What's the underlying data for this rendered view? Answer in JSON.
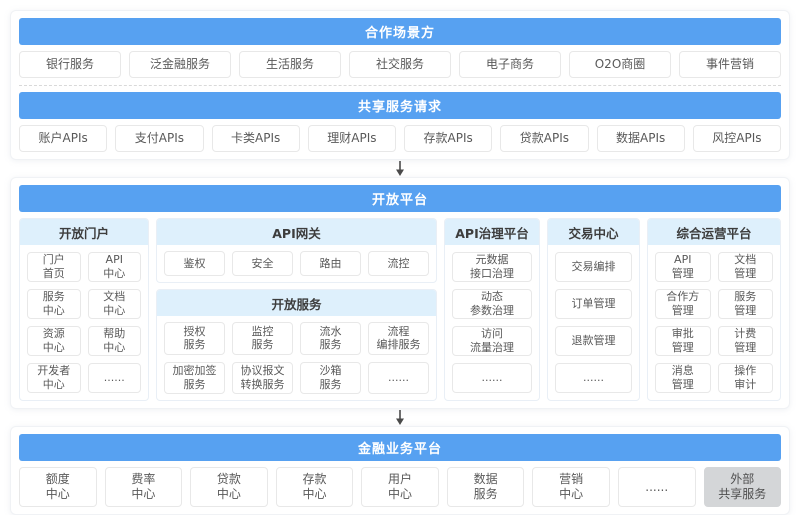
{
  "colors": {
    "primary_blue": "#57a1f1",
    "panel_header_blue": "#def0fc",
    "external_gray": "#d4d6d8"
  },
  "scenario": {
    "title": "合作场景方",
    "items": [
      "银行服务",
      "泛金融服务",
      "生活服务",
      "社交服务",
      "电子商务",
      "O2O商圈",
      "事件营销"
    ]
  },
  "shared": {
    "title": "共享服务请求",
    "items": [
      "账户APIs",
      "支付APIs",
      "卡类APIs",
      "理财APIs",
      "存款APIs",
      "贷款APIs",
      "数据APIs",
      "风控APIs"
    ]
  },
  "open_platform": {
    "title": "开放平台",
    "portal": {
      "title": "开放门户",
      "items": [
        "门户\n首页",
        "API\n中心",
        "服务\n中心",
        "文档\n中心",
        "资源\n中心",
        "帮助\n中心",
        "开发者\n中心",
        "......"
      ]
    },
    "gateway": {
      "title": "API网关",
      "items": [
        "鉴权",
        "安全",
        "路由",
        "流控"
      ]
    },
    "open_services": {
      "title": "开放服务",
      "items": [
        "授权\n服务",
        "监控\n服务",
        "流水\n服务",
        "流程\n编排服务",
        "加密加签\n服务",
        "协议报文\n转换服务",
        "沙箱\n服务",
        "......"
      ]
    },
    "governance": {
      "title": "API治理平台",
      "items": [
        "元数据\n接口治理",
        "动态\n参数治理",
        "访问\n流量治理",
        "......"
      ]
    },
    "trade": {
      "title": "交易中心",
      "items": [
        "交易编排",
        "订单管理",
        "退款管理",
        "......"
      ]
    },
    "operations": {
      "title": "综合运营平台",
      "items": [
        "API\n管理",
        "文档\n管理",
        "合作方\n管理",
        "服务\n管理",
        "审批\n管理",
        "计费\n管理",
        "消息\n管理",
        "操作\n审计"
      ]
    }
  },
  "finance": {
    "title": "金融业务平台",
    "items": [
      "额度\n中心",
      "费率\n中心",
      "贷款\n中心",
      "存款\n中心",
      "用户\n中心",
      "数据\n服务",
      "营销\n中心",
      "......",
      "外部\n共享服务"
    ]
  }
}
